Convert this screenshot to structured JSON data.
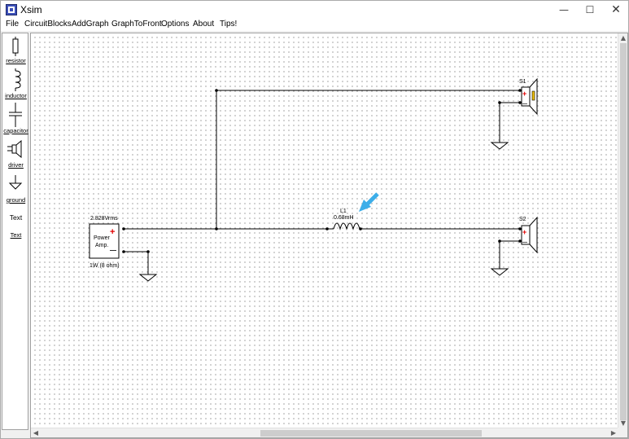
{
  "window": {
    "title": "Xsim"
  },
  "menu": [
    "File",
    "CircuitBlocks",
    "AddGraph",
    "GraphToFront",
    "Options",
    "About",
    "Tips!"
  ],
  "palette": {
    "resistor": "resistor",
    "inductor": "inductor",
    "capacitor": "capacitor",
    "driver": "driver",
    "ground": "ground",
    "text_preview": "Text",
    "text": "Text"
  },
  "schematic": {
    "amp_voltage": "2.828Vrms",
    "amp_name_line1": "Power",
    "amp_name_line2": "Amp.",
    "amp_power": "1W (8 ohm)",
    "amp_plus": "+",
    "amp_minus": "—",
    "inductor_name": "L1",
    "inductor_value": "0.68mH",
    "speaker1_name": "S1",
    "speaker2_name": "S2",
    "speaker_plus": "+",
    "speaker_minus": "—",
    "colors": {
      "polarity": "#e00000",
      "highlight_arrow": "#3daee9",
      "wire": "#000000"
    }
  }
}
